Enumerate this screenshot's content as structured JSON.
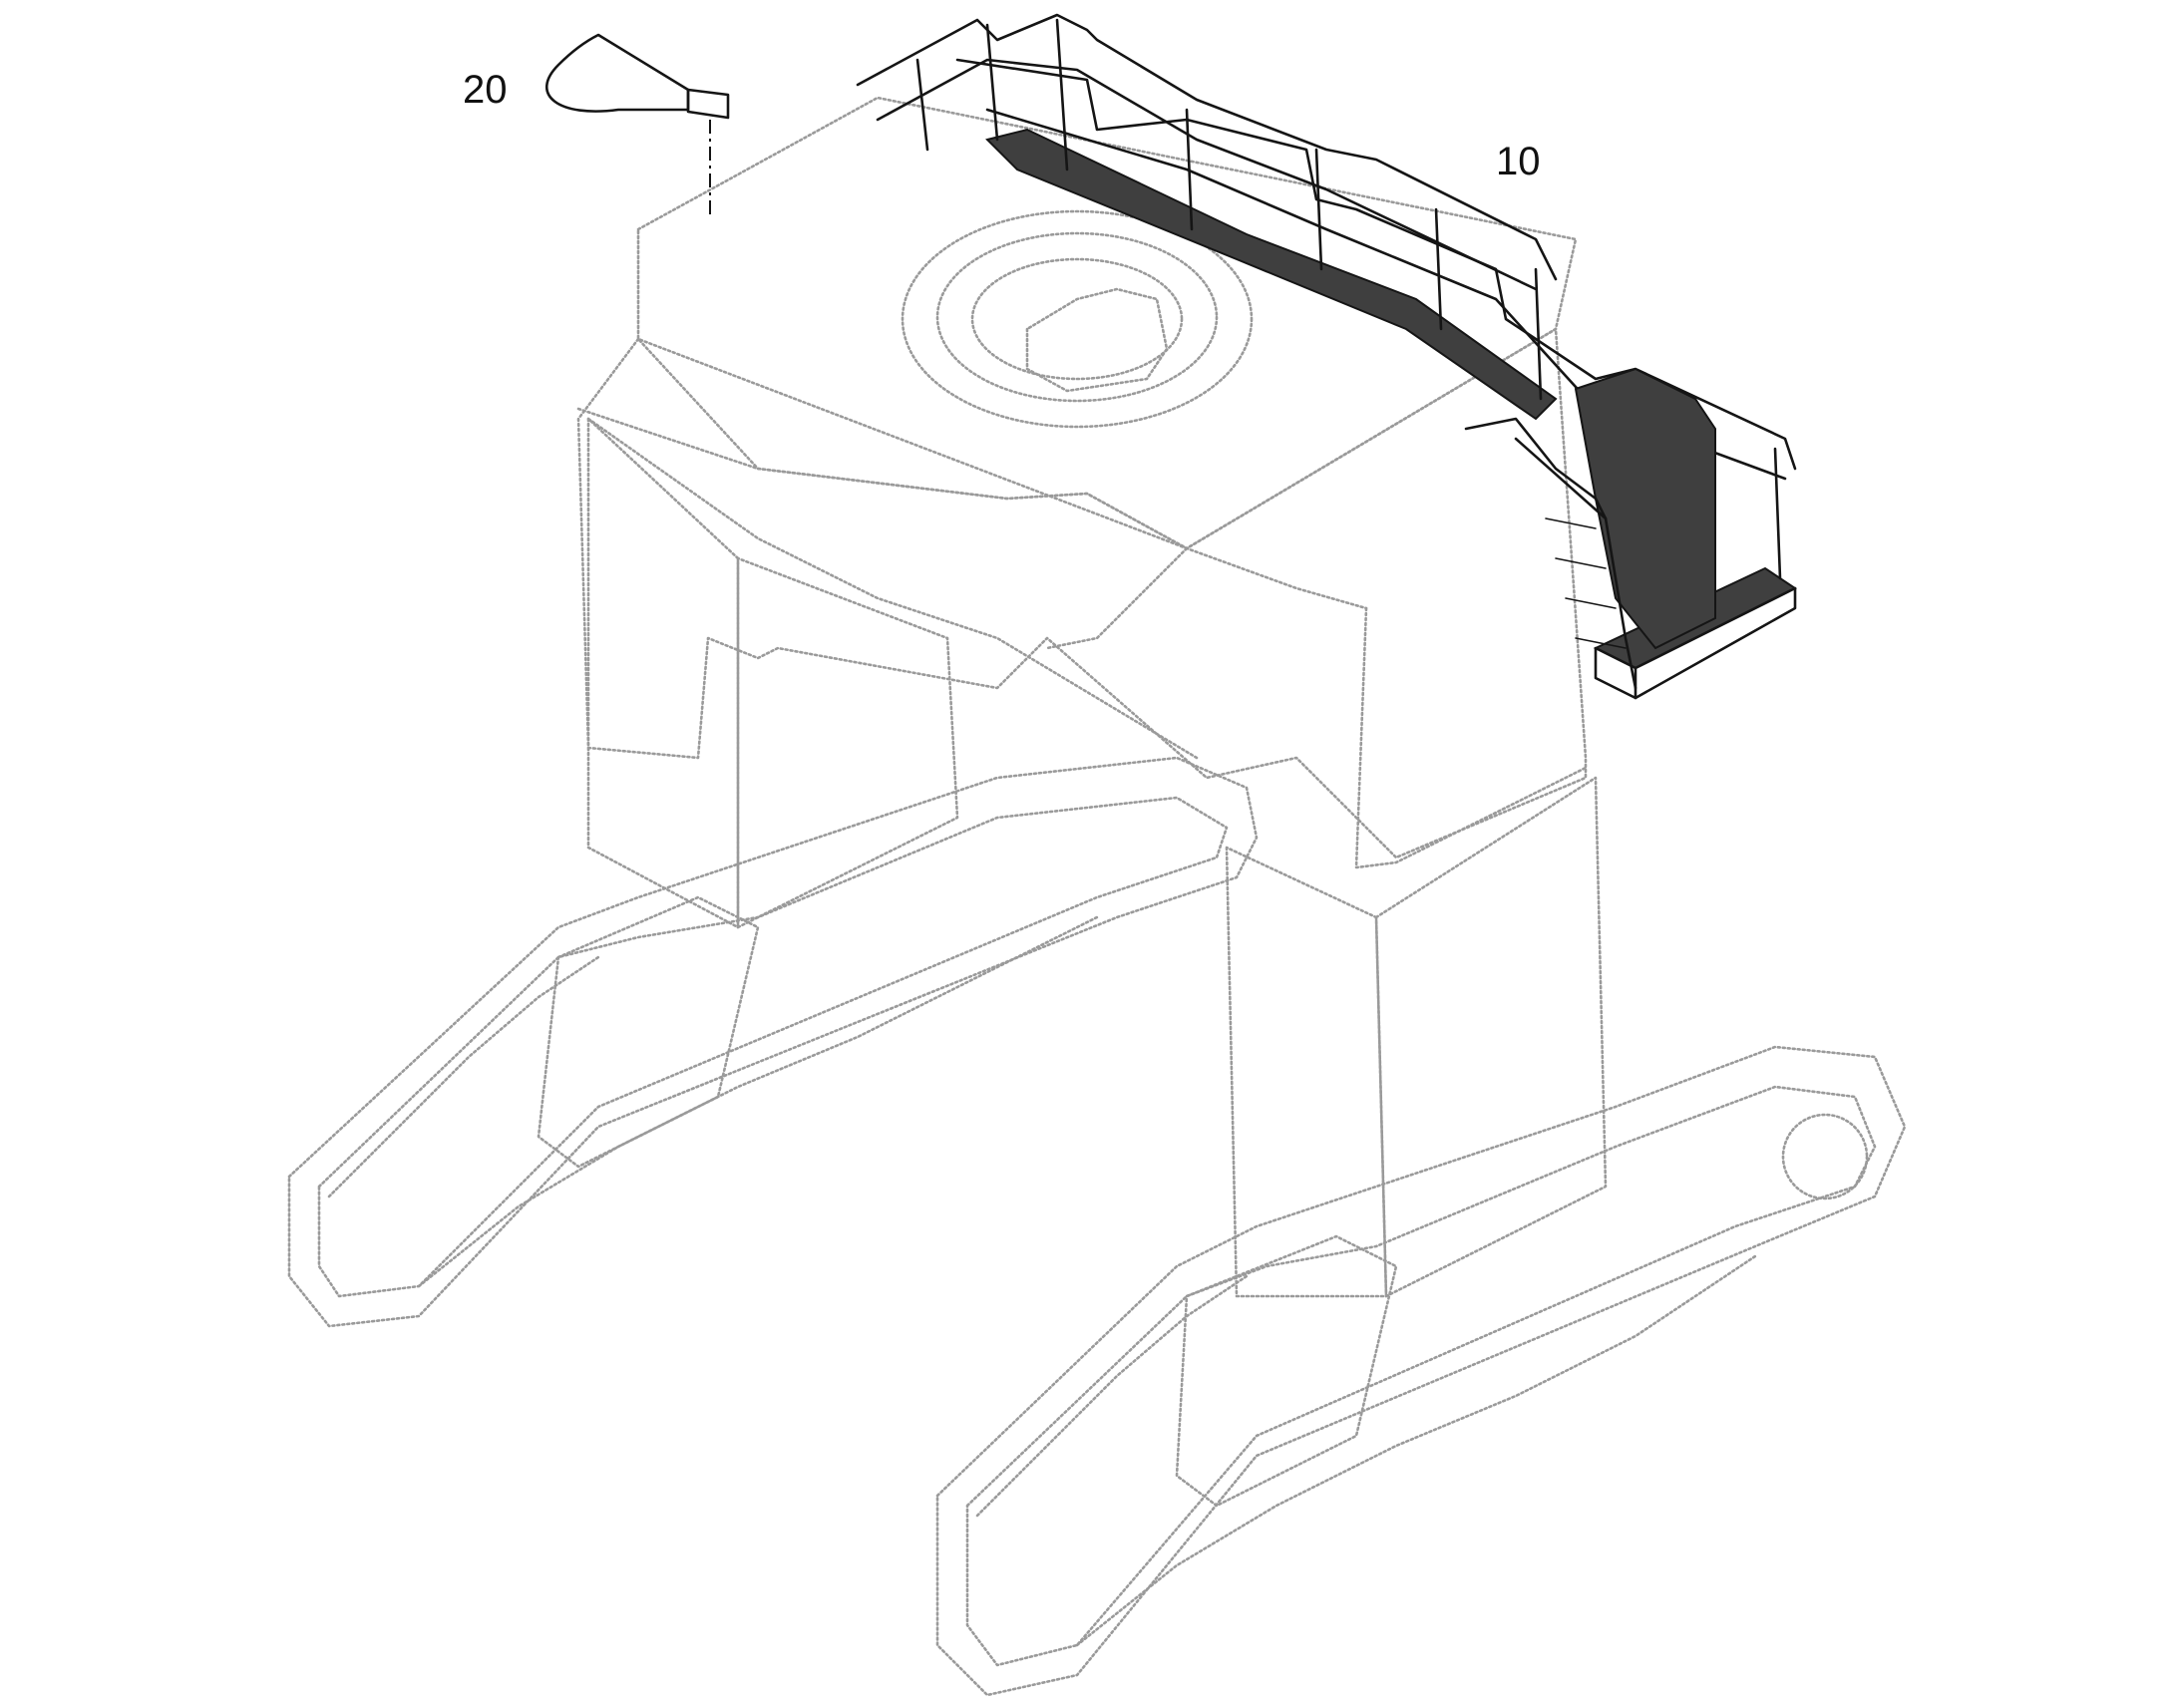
{
  "drawing": {
    "callouts": [
      {
        "id": "callout-20",
        "label": "20"
      },
      {
        "id": "callout-10",
        "label": "10"
      }
    ],
    "colors": {
      "phantom_lines": "#9a9a9a",
      "highlighted_parts": "#151515",
      "grating_fill": "#3f3f3f",
      "background": "#ffffff"
    }
  }
}
